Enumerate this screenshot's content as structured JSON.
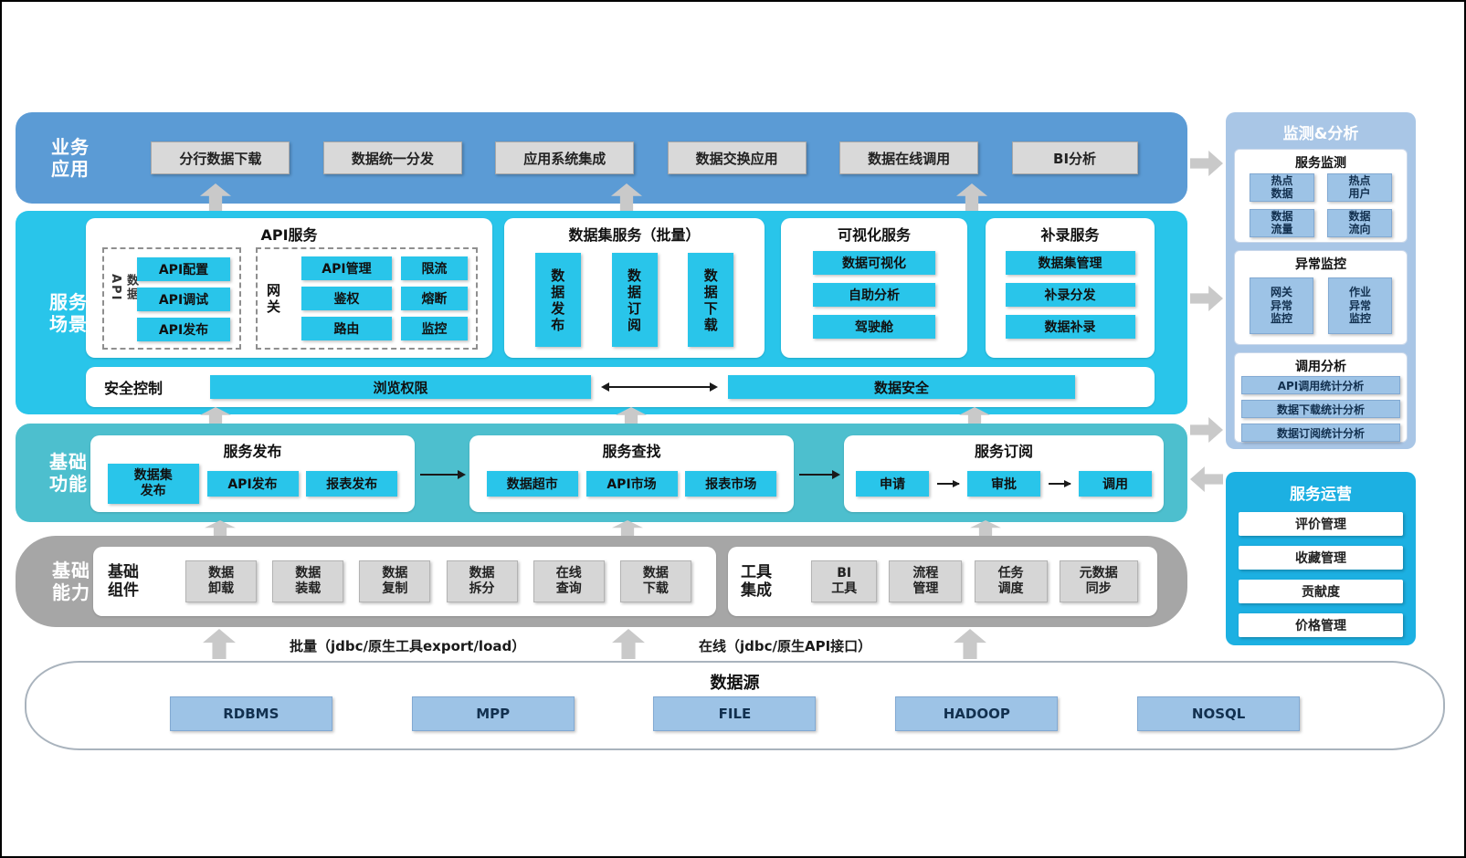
{
  "colors": {
    "business_row": "#5b9bd5",
    "scene_row": "#29c5ea",
    "foundation_row": "#4dbfce",
    "capability_row": "#a6a6a6",
    "cyan_button": "#29c5ea",
    "gray_button": "#d9d9d9",
    "blue_button": "#9dc3e6",
    "monitoring_panel": "#a9c6e6",
    "operations_panel": "#1cb0e2",
    "arrow_gray": "#c9c9c9"
  },
  "business": {
    "label": "业务\n应用",
    "items": [
      "分行数据下载",
      "数据统一分发",
      "应用系统集成",
      "数据交换应用",
      "数据在线调用",
      "BI分析"
    ]
  },
  "scene": {
    "label": "服务\n场景",
    "api": {
      "title": "API服务",
      "data_api_label": "数据API",
      "data_api_items": [
        "API配置",
        "API调试",
        "API发布"
      ],
      "gateway_label": "网\n关",
      "gateway_items": [
        "API管理",
        "限流",
        "鉴权",
        "熔断",
        "路由",
        "监控"
      ]
    },
    "dataset": {
      "title": "数据集服务（批量）",
      "items": [
        "数\n据\n发\n布",
        "数\n据\n订\n阅",
        "数\n据\n下\n载"
      ]
    },
    "visual": {
      "title": "可视化服务",
      "items": [
        "数据可视化",
        "自助分析",
        "驾驶舱"
      ]
    },
    "supplement": {
      "title": "补录服务",
      "items": [
        "数据集管理",
        "补录分发",
        "数据补录"
      ]
    },
    "security": {
      "label": "安全控制",
      "left_bar": "浏览权限",
      "right_bar": "数据安全"
    }
  },
  "foundation": {
    "label": "基础\n功能",
    "publish": {
      "title": "服务发布",
      "items": [
        "数据集\n发布",
        "API发布",
        "报表发布"
      ]
    },
    "search": {
      "title": "服务查找",
      "items": [
        "数据超市",
        "API市场",
        "报表市场"
      ]
    },
    "subscribe": {
      "title": "服务订阅",
      "items": [
        "申请",
        "审批",
        "调用"
      ]
    }
  },
  "capability": {
    "label": "基础\n能力",
    "components": {
      "title": "基础\n组件",
      "items": [
        "数据\n卸载",
        "数据\n装载",
        "数据\n复制",
        "数据\n拆分",
        "在线\n查询",
        "数据\n下载"
      ]
    },
    "tools": {
      "title": "工具\n集成",
      "items": [
        "BI\n工具",
        "流程\n管理",
        "任务\n调度",
        "元数据\n同步"
      ]
    }
  },
  "ingest": {
    "batch_label": "批量（jdbc/原生工具export/load）",
    "online_label": "在线（jdbc/原生API接口）"
  },
  "datasource": {
    "title": "数据源",
    "items": [
      "RDBMS",
      "MPP",
      "FILE",
      "HADOOP",
      "NOSQL"
    ]
  },
  "monitoring": {
    "title": "监测&分析",
    "service_monitor": {
      "title": "服务监测",
      "items": [
        "热点\n数据",
        "热点\n用户",
        "数据\n流量",
        "数据\n流向"
      ]
    },
    "exception": {
      "title": "异常监控",
      "items": [
        "网关\n异常\n监控",
        "作业\n异常\n监控"
      ]
    },
    "analysis": {
      "title": "调用分析",
      "items": [
        "API调用统计分析",
        "数据下载统计分析",
        "数据订阅统计分析"
      ]
    }
  },
  "operations": {
    "title": "服务运营",
    "items": [
      "评价管理",
      "收藏管理",
      "贡献度",
      "价格管理"
    ]
  }
}
